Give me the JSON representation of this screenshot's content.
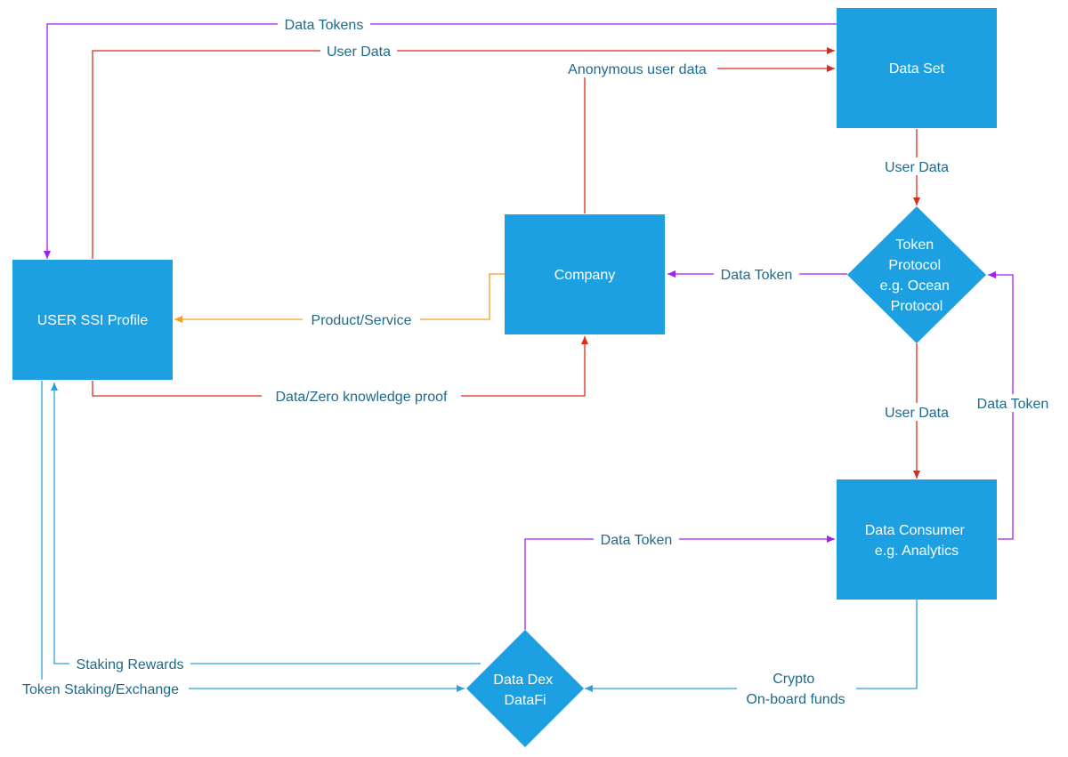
{
  "colors": {
    "node_fill": "#1ca0e2",
    "node_text": "#ffffff",
    "label_text": "#1f6a8a",
    "purple": "#a020f0",
    "red": "#dd2a1a",
    "orange": "#f0a020",
    "blue": "#2aa0dd"
  },
  "nodes": {
    "data_set": {
      "lines": [
        "Data Set"
      ]
    },
    "company": {
      "lines": [
        "Company"
      ]
    },
    "user_ssi_profile": {
      "lines": [
        "USER SSI Profile"
      ]
    },
    "token_protocol": {
      "lines": [
        "Token",
        "Protocol",
        "e.g. Ocean",
        "Protocol"
      ]
    },
    "data_consumer": {
      "lines": [
        "Data Consumer",
        "e.g. Analytics"
      ]
    },
    "data_dex": {
      "lines": [
        "Data Dex",
        "DataFi"
      ]
    }
  },
  "edges": {
    "data_tokens": {
      "lines": [
        "Data Tokens"
      ]
    },
    "user_data_top": {
      "lines": [
        "User Data"
      ]
    },
    "anonymous_user_data": {
      "lines": [
        "Anonymous user data"
      ]
    },
    "user_data_dataset_protocol": {
      "lines": [
        "User Data"
      ]
    },
    "data_token_protocol_company": {
      "lines": [
        "Data Token"
      ]
    },
    "product_service": {
      "lines": [
        "Product/Service"
      ]
    },
    "zero_knowledge_proof": {
      "lines": [
        "Data/Zero knowledge proof"
      ]
    },
    "user_data_protocol_consumer": {
      "lines": [
        "User Data"
      ]
    },
    "data_token_consumer_protocol": {
      "lines": [
        "Data Token"
      ]
    },
    "data_token_dex_consumer": {
      "lines": [
        "Data Token"
      ]
    },
    "staking_rewards": {
      "lines": [
        "Staking Rewards"
      ]
    },
    "token_staking_exchange": {
      "lines": [
        "Token Staking/Exchange"
      ]
    },
    "crypto_funds": {
      "lines": [
        "Crypto",
        "On-board funds"
      ]
    }
  }
}
